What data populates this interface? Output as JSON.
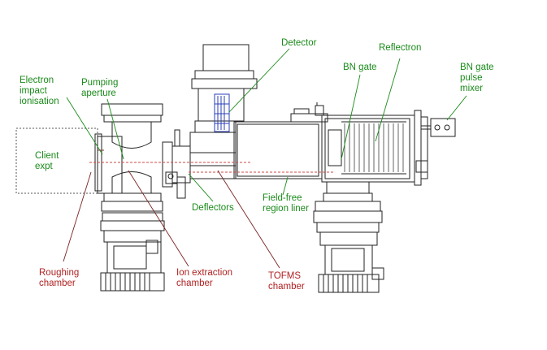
{
  "labels": {
    "detector": "Detector",
    "reflectron": "Reflectron",
    "bn_gate": "BN gate",
    "bn_gate_pulse_mixer": "BN gate\npulse\nmixer",
    "electron_impact": "Electron\nimpact\nionisation",
    "pumping_aperture": "Pumping\naperture",
    "client_expt": "Client\nexpt",
    "deflectors": "Deflectors",
    "field_free": "Field-free\nregion liner",
    "roughing_chamber": "Roughing\nchamber",
    "ion_extraction": "Ion extraction\nchamber",
    "tofms_chamber": "TOFMS\nchamber"
  },
  "colors": {
    "green_label": "#1a8a1a",
    "red_label": "#b02222",
    "leader_line": "#7a2222",
    "beam": "#d24a4a",
    "detector_blue": "#2a3fb8",
    "outline": "#222222"
  }
}
